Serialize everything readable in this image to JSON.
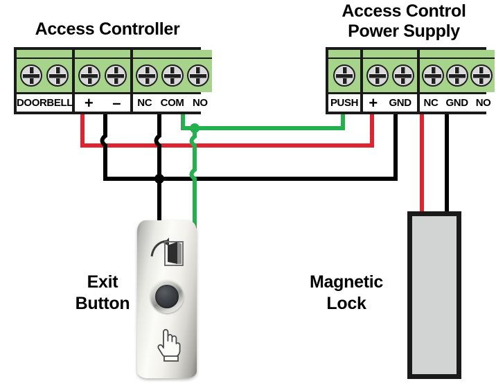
{
  "diagram": {
    "type": "access-control-wiring-diagram",
    "background": "#ffffff"
  },
  "controller": {
    "title": "Access Controller",
    "groups": [
      {
        "name": "door-bell",
        "pins": [
          {
            "label": "DOOR"
          },
          {
            "label": "BELL"
          }
        ]
      },
      {
        "name": "power",
        "pins": [
          {
            "label": "+"
          },
          {
            "label": "–"
          }
        ]
      },
      {
        "name": "relay",
        "pins": [
          {
            "label": "NC"
          },
          {
            "label": "COM"
          },
          {
            "label": "NO"
          }
        ]
      }
    ]
  },
  "power_supply": {
    "title_line1": "Access Control",
    "title_line2": "Power Supply",
    "groups": [
      {
        "name": "push",
        "pins": [
          {
            "label": "PUSH"
          }
        ]
      },
      {
        "name": "power",
        "pins": [
          {
            "label": "+"
          },
          {
            "label": "GND"
          }
        ]
      },
      {
        "name": "relay",
        "pins": [
          {
            "label": "NC"
          },
          {
            "label": "GND"
          },
          {
            "label": "NO"
          }
        ]
      }
    ]
  },
  "exit_button": {
    "label_line1": "Exit",
    "label_line2": "Button",
    "icons": {
      "door": "door-open-arrow-icon",
      "knob": "round-push-button",
      "hand": "pressing-hand-icon"
    }
  },
  "magnetic_lock": {
    "label_line1": "Magnetic",
    "label_line2": "Lock",
    "body_color": "#d2d4d4",
    "border_color": "#1a1a1a"
  },
  "wire_colors": {
    "positive": "#e0232e",
    "negative": "#000000",
    "signal": "#22b14c"
  },
  "wires": [
    {
      "name": "controller-plus-red",
      "color": "positive",
      "from": "controller.+",
      "to": "power-supply.+"
    },
    {
      "name": "controller-minus-black",
      "color": "negative",
      "from": "controller.–",
      "to": "exit-button"
    },
    {
      "name": "controller-com-black",
      "color": "negative",
      "from": "controller.COM",
      "to": "power-supply.GND"
    },
    {
      "name": "controller-no-green",
      "color": "signal",
      "from": "controller.NO",
      "to": "power-supply.PUSH"
    },
    {
      "name": "exit-button-green",
      "color": "signal",
      "from": "exit-button",
      "to": "controller.NO"
    },
    {
      "name": "lock-nc-red",
      "color": "positive",
      "from": "power-supply.NC",
      "to": "magnetic-lock"
    },
    {
      "name": "lock-gnd-black",
      "color": "negative",
      "from": "power-supply.GND",
      "to": "magnetic-lock"
    }
  ]
}
